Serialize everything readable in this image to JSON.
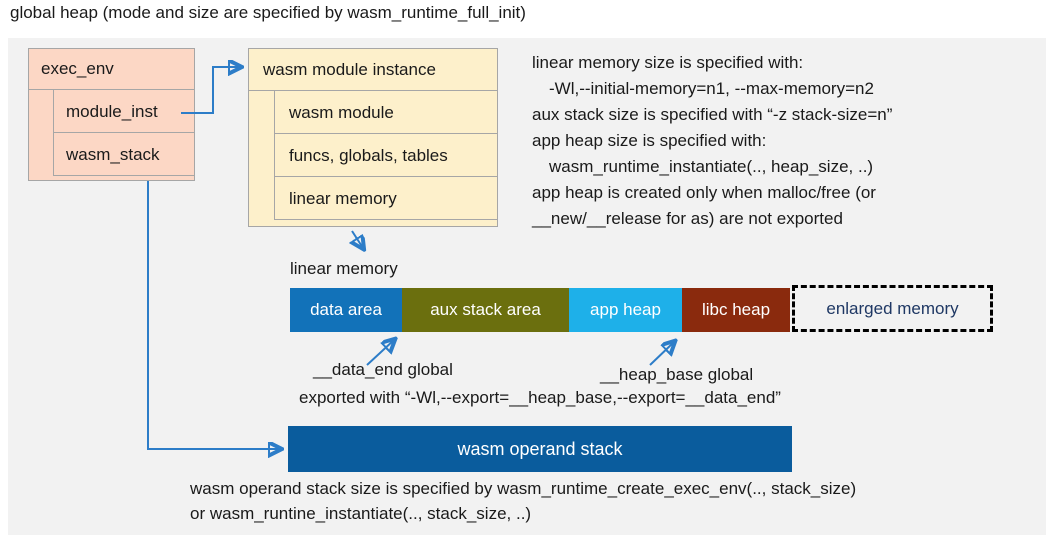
{
  "title": "global heap (mode and size are specified by wasm_runtime_full_init)",
  "exec_env_box": {
    "header": "exec_env",
    "rows": [
      "module_inst",
      "wasm_stack"
    ]
  },
  "module_instance_box": {
    "header": "wasm module instance",
    "rows": [
      "wasm module",
      "funcs, globals, tables",
      "linear memory"
    ]
  },
  "notes_right": {
    "line1": "linear memory size is specified with:",
    "line2": "-Wl,--initial-memory=n1, --max-memory=n2",
    "line3": "aux stack size is specified with “-z stack-size=n”",
    "line4": "app heap size is specified with:",
    "line5": "wasm_runtime_instantiate(.., heap_size, ..)",
    "line6": "app heap is created only when malloc/free (or",
    "line7": "__new/__release for as) are not exported"
  },
  "linear_memory": {
    "label": "linear memory",
    "segments": [
      {
        "label": "data area",
        "color": "#1272b9",
        "text_color": "#ffffff"
      },
      {
        "label": "aux stack area",
        "color": "#6b6f0e",
        "text_color": "#ffffff"
      },
      {
        "label": "app heap",
        "color": "#1eb0e9",
        "text_color": "#ffffff"
      },
      {
        "label": "libc heap",
        "color": "#8a2a0d",
        "text_color": "#ffffff"
      },
      {
        "label": "enlarged memory",
        "color": "#f2f2f2",
        "text_color": "#1f3864"
      }
    ],
    "data_end_label": "__data_end global",
    "heap_base_label": "__heap_base global",
    "export_note": "exported with “-Wl,--export=__heap_base,--export=__data_end”"
  },
  "operand_stack": {
    "label": "wasm operand stack",
    "color": "#0a5c9d",
    "note_line1": "wasm operand stack size is specified by wasm_runtime_create_exec_env(.., stack_size)",
    "note_line2": "or wasm_runtine_instantiate(.., stack_size, ..)"
  },
  "colors": {
    "panel_bg": "#f2f2f2",
    "exec_box_fill": "#fcd7c5",
    "instance_box_fill": "#fdf0cb",
    "box_border": "#a6a6a6",
    "arrow": "#2d7dc8"
  }
}
